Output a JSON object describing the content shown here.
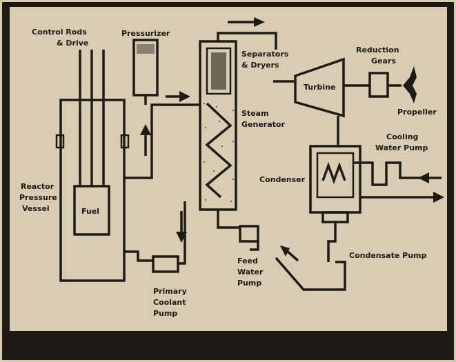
{
  "title": "Pressurized Water Reactor Power Plant",
  "labels": {
    "control_rods_1": "Control Rods",
    "control_rods_2": "& Drive",
    "pressurizer": "Pressurizer",
    "separators_1": "Separators",
    "separators_2": "& Dryers",
    "reduction_1": "Reduction",
    "reduction_2": "Gears",
    "turbine": "Turbine",
    "propeller": "Propeller",
    "steam_gen_1": "Steam",
    "steam_gen_2": "Generator",
    "cooling_1": "Cooling",
    "cooling_2": "Water Pump",
    "condenser": "Condenser",
    "reactor_1": "Reactor",
    "reactor_2": "Pressure",
    "reactor_3": "Vessel",
    "fuel": "Fuel",
    "condensate_pump": "Condensate Pump",
    "feed_1": "Feed",
    "feed_2": "Water",
    "feed_3": "Pump",
    "primary_1": "Primary",
    "primary_2": "Coolant",
    "primary_3": "Pump"
  },
  "colors": {
    "background": "#d8cdb2",
    "ink": "#1e1a15"
  }
}
